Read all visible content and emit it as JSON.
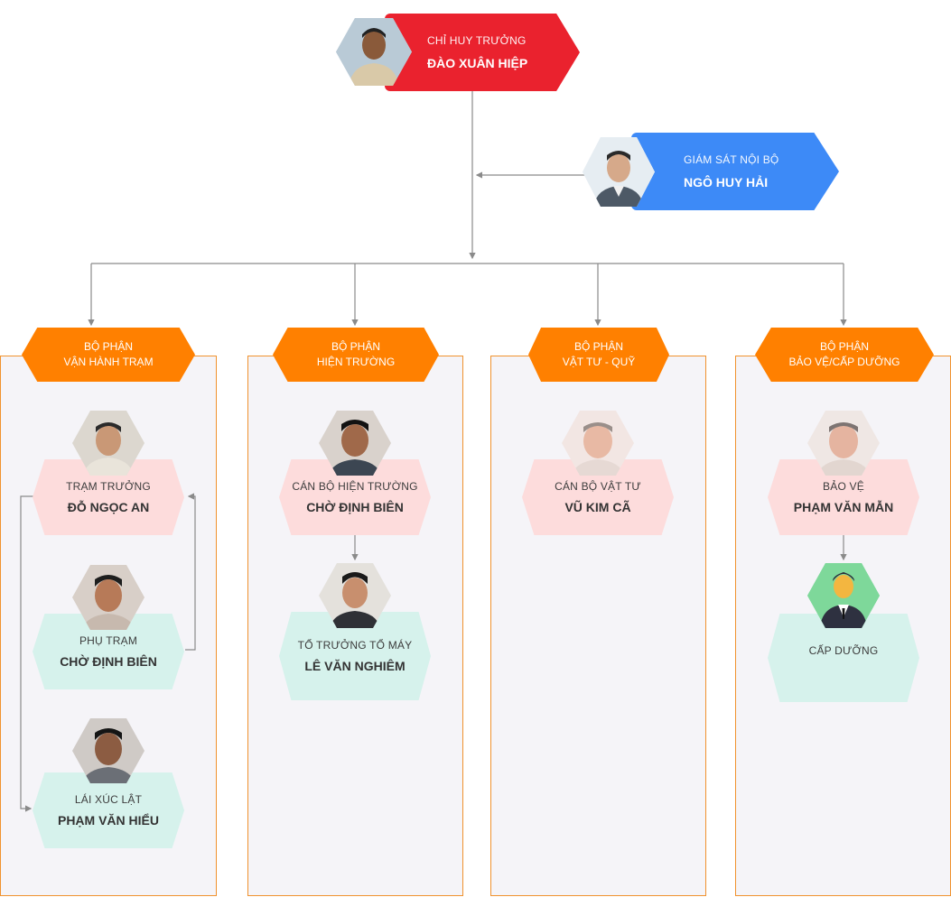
{
  "colors": {
    "chief": "#ea222e",
    "supervisor": "#3d8af7",
    "department": "#ff8000",
    "card_pink": "#fddcdc",
    "card_mint": "#d6f2ec",
    "connector": "#8a8a8a"
  },
  "chief": {
    "role": "CHỈ HUY TRƯỞNG",
    "name": "ĐÀO XUÂN HIỆP"
  },
  "supervisor": {
    "role": "GIÁM SÁT NỘI BỘ",
    "name": "NGÔ HUY HẢI"
  },
  "departments": [
    {
      "title_line1": "BỘ PHẬN",
      "title_line2": "VẬN HÀNH TRẠM",
      "members": [
        {
          "role": "TRẠM TRƯỞNG",
          "name": "ĐỖ NGỌC AN"
        },
        {
          "role": "PHỤ TRẠM",
          "name": "CHỜ ĐỊNH BIÊN"
        },
        {
          "role": "LÁI XÚC LẬT",
          "name": "PHẠM VĂN HIỂU"
        }
      ]
    },
    {
      "title_line1": "BỘ PHẬN",
      "title_line2": "HIỆN TRƯỜNG",
      "members": [
        {
          "role": "CÁN BỘ HIỆN TRƯỜNG",
          "name": "CHỜ ĐỊNH BIÊN"
        },
        {
          "role": "TỔ TRƯỞNG TỔ MÁY",
          "name": "LÊ VĂN NGHIÊM"
        }
      ]
    },
    {
      "title_line1": "BỘ PHẬN",
      "title_line2": "VẬT TƯ - QUỸ",
      "members": [
        {
          "role": "CÁN BỘ VẬT TƯ",
          "name": "VŨ KIM CÃ"
        }
      ]
    },
    {
      "title_line1": "BỘ PHẬN",
      "title_line2": "BẢO VỆ/CẤP DƯỠNG",
      "members": [
        {
          "role": "BẢO VỆ",
          "name": "PHẠM VĂN MẪN"
        },
        {
          "role": "CẤP DƯỠNG",
          "name": ""
        }
      ]
    }
  ],
  "icons": {
    "person_photo": "person-photo-icon",
    "placeholder_avatar": "user-avatar-icon"
  }
}
